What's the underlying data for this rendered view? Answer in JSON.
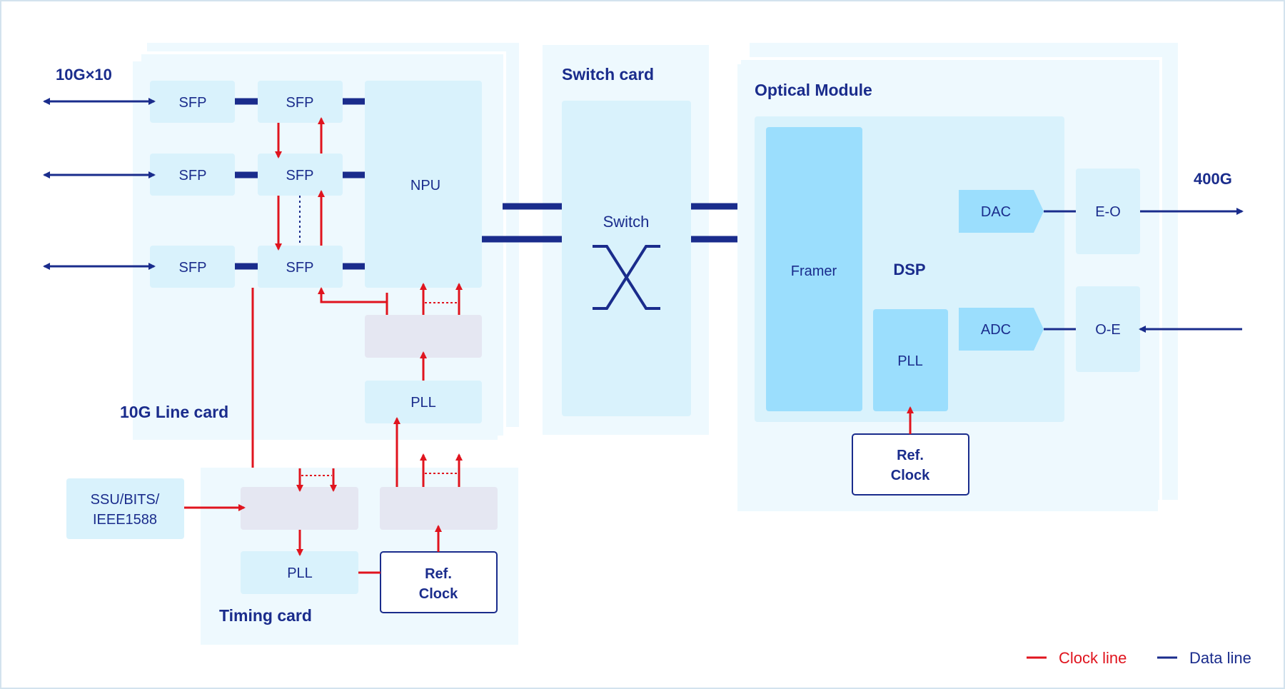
{
  "colors": {
    "data_line": "#1a2c8c",
    "clock_line": "#e0141e",
    "text_dark": "#1a2c8c",
    "panel_light": "#eef9fe",
    "block_light": "#d9f2fc",
    "block_mid": "#9bdefd",
    "block_gray": "#e5e7f2",
    "border": "#d3e3ee"
  },
  "line_card": {
    "title": "10G Line card",
    "port_label": "10G×10",
    "sfp_label": "SFP",
    "npu_label": "NPU",
    "pll_label": "PLL"
  },
  "switch_card": {
    "title": "Switch card",
    "switch_label": "Switch"
  },
  "optical_module": {
    "title": "Optical Module",
    "framer_label": "Framer",
    "dsp_label": "DSP",
    "pll_label": "PLL",
    "dac_label": "DAC",
    "adc_label": "ADC",
    "eo_label": "E-O",
    "oe_label": "O-E",
    "speed_label": "400G",
    "ref_clock_line1": "Ref.",
    "ref_clock_line2": "Clock"
  },
  "timing_card": {
    "title": "Timing card",
    "pll_label": "PLL",
    "ref_clock_line1": "Ref.",
    "ref_clock_line2": "Clock"
  },
  "external_source": {
    "line1": "SSU/BITS/",
    "line2": "IEEE1588"
  },
  "legend": {
    "clock_line": "Clock line",
    "data_line": "Data line"
  }
}
